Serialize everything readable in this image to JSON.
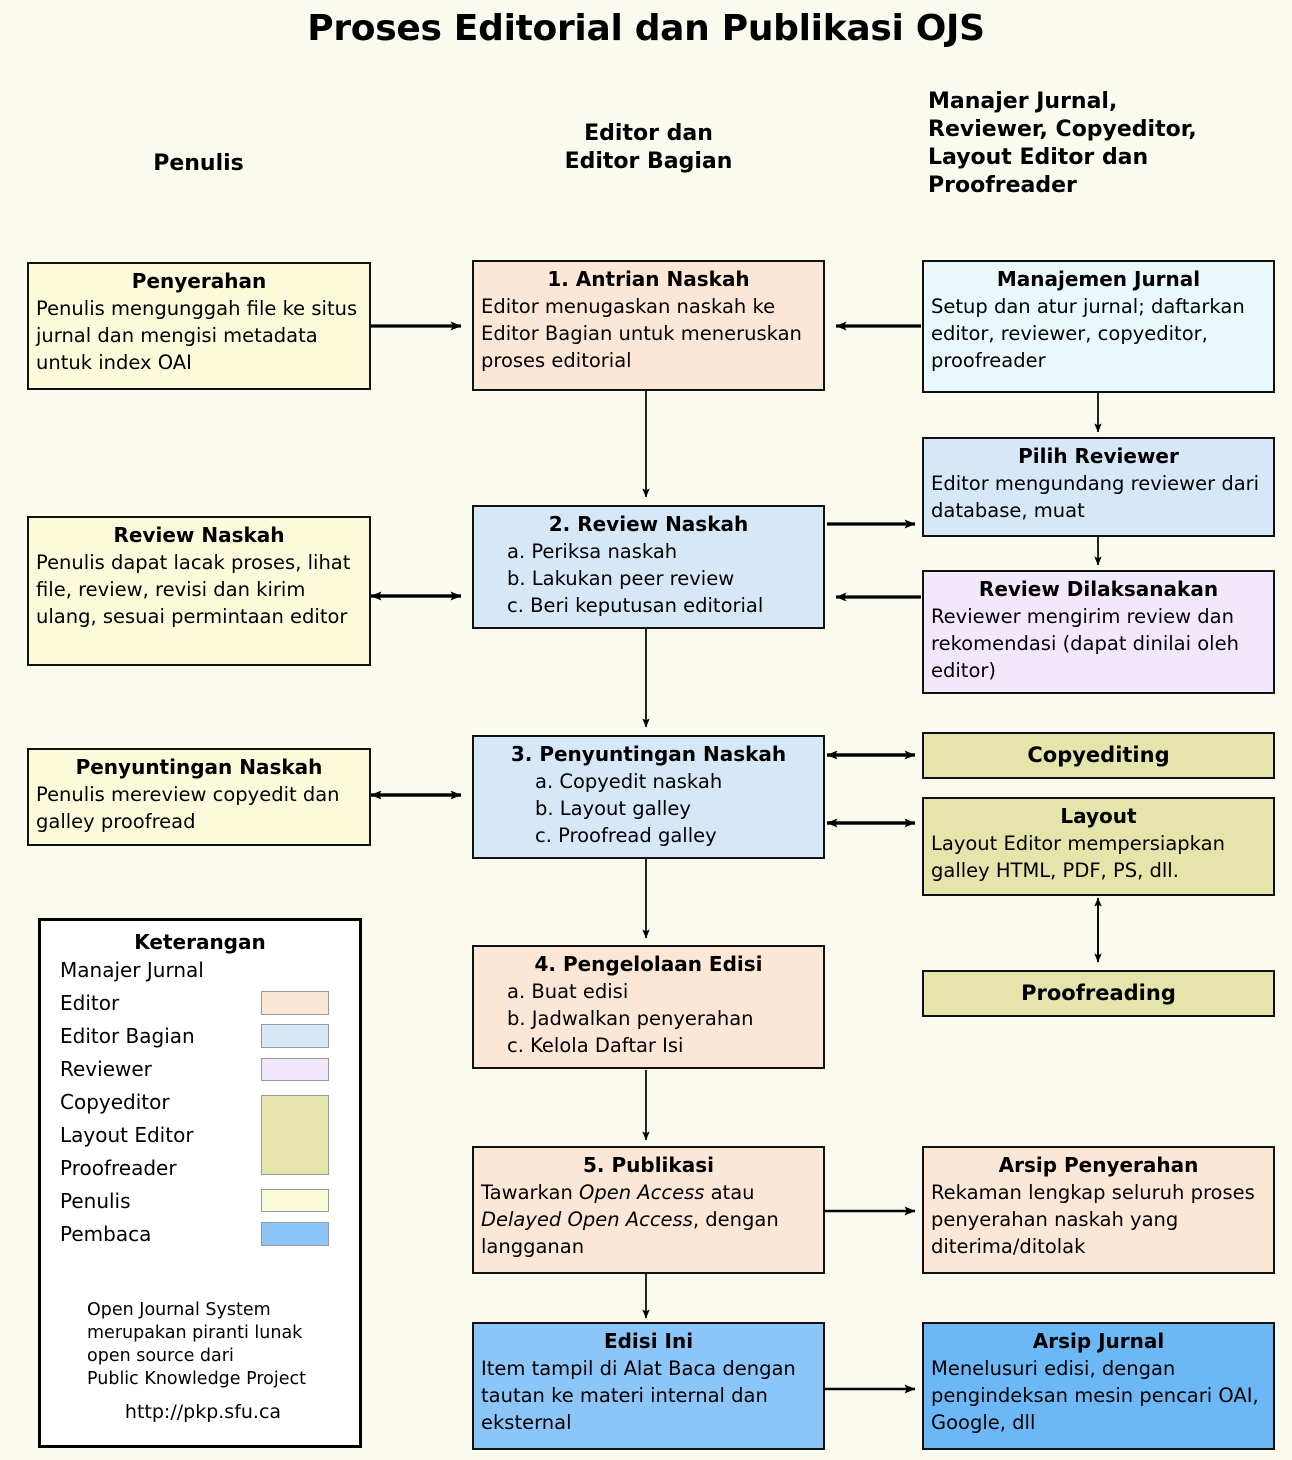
{
  "title": "Proses Editorial dan Publikasi OJS",
  "columns": {
    "penulis": "Penulis",
    "editor": "Editor dan\nEditor Bagian",
    "manajer": "Manajer Jurnal,\nReviewer, Copyeditor,\nLayout Editor dan\nProofreader"
  },
  "colors": {
    "background": "#fbfaef",
    "penulis_yellow": "#fbfbdc",
    "editor_peach": "#fce6d5",
    "editor_bagian_blue": "#d6e7f8",
    "manajer_cyan": "#e9f8fa",
    "reviewer_purple": "#f2e7fb",
    "copyeditor_olive": "#e4e4ab",
    "pembaca_blue": "#8cc5f7",
    "border": "#111111"
  },
  "boxes": {
    "penyerahan": {
      "title": "Penyerahan",
      "body": "Penulis mengunggah file ke situs jurnal dan mengisi metadata untuk index OAI"
    },
    "antrian_naskah": {
      "title": "1. Antrian Naskah",
      "body": "Editor menugaskan naskah ke Editor Bagian untuk meneruskan proses editorial"
    },
    "manajemen_jurnal": {
      "title": "Manajemen Jurnal",
      "body": "Setup dan atur jurnal; daftarkan editor, reviewer, copyeditor, proofreader"
    },
    "review_naskah_penulis": {
      "title": "Review Naskah",
      "body": "Penulis dapat lacak proses, lihat file, review, revisi dan kirim ulang, sesuai permintaan editor"
    },
    "review_naskah": {
      "title": "2. Review Naskah",
      "items": [
        "a. Periksa naskah",
        "b. Lakukan peer review",
        "c. Beri keputusan editorial"
      ]
    },
    "pilih_reviewer": {
      "title": "Pilih Reviewer",
      "body": "Editor mengundang reviewer dari database, muat"
    },
    "review_dilaksanakan": {
      "title": "Review Dilaksanakan",
      "body": "Reviewer mengirim review dan rekomendasi (dapat dinilai oleh editor)"
    },
    "penyuntingan_naskah_penulis": {
      "title": "Penyuntingan Naskah",
      "body": "Penulis mereview copyedit dan galley proofread"
    },
    "penyuntingan_naskah": {
      "title": "3. Penyuntingan Naskah",
      "items": [
        "a. Copyedit naskah",
        "b. Layout galley",
        "c. Proofread galley"
      ]
    },
    "copyediting": {
      "title": "Copyediting"
    },
    "layout": {
      "title": "Layout",
      "body": "Layout Editor mempersiapkan galley HTML, PDF, PS, dll."
    },
    "proofreading": {
      "title": "Proofreading"
    },
    "pengelolaan_edisi": {
      "title": "4. Pengelolaan Edisi",
      "items": [
        "a. Buat edisi",
        "b. Jadwalkan penyerahan",
        "c. Kelola Daftar Isi"
      ]
    },
    "publikasi": {
      "title": "5. Publikasi",
      "body_pre": "Tawarkan ",
      "body_em1": "Open Access",
      "body_mid": " atau ",
      "body_em2": "Delayed Open Access",
      "body_post": ", dengan langganan"
    },
    "arsip_penyerahan": {
      "title": "Arsip Penyerahan",
      "body": "Rekaman lengkap seluruh proses penyerahan naskah yang diterima/ditolak"
    },
    "edisi_ini": {
      "title": "Edisi Ini",
      "body": "Item tampil di Alat Baca dengan tautan ke materi internal dan eksternal"
    },
    "arsip_jurnal": {
      "title": "Arsip Jurnal",
      "body": "Menelusuri edisi, dengan pengindeksan mesin pencari OAI, Google, dll"
    }
  },
  "legend": {
    "title": "Keterangan",
    "rows": [
      {
        "label": "Manajer Jurnal",
        "swatch": null
      },
      {
        "label": "Editor",
        "swatch": "#fce6d5"
      },
      {
        "label": "Editor Bagian",
        "swatch": "#d6e7f8"
      },
      {
        "label": "Reviewer",
        "swatch": "#f2e7fb"
      },
      {
        "label": "Copyeditor",
        "swatch": "#e4e4ab"
      },
      {
        "label": "Layout Editor",
        "swatch": "#e4e4ab"
      },
      {
        "label": "Proofreader",
        "swatch": "#e4e4ab"
      },
      {
        "label": "Penulis",
        "swatch": "#fbfbdc"
      },
      {
        "label": "Pembaca",
        "swatch": "#8cc5f7"
      }
    ],
    "note": "Open Journal System\nmerupakan piranti lunak\nopen source dari\nPublic Knowledge Project",
    "url": "http://pkp.sfu.ca"
  }
}
